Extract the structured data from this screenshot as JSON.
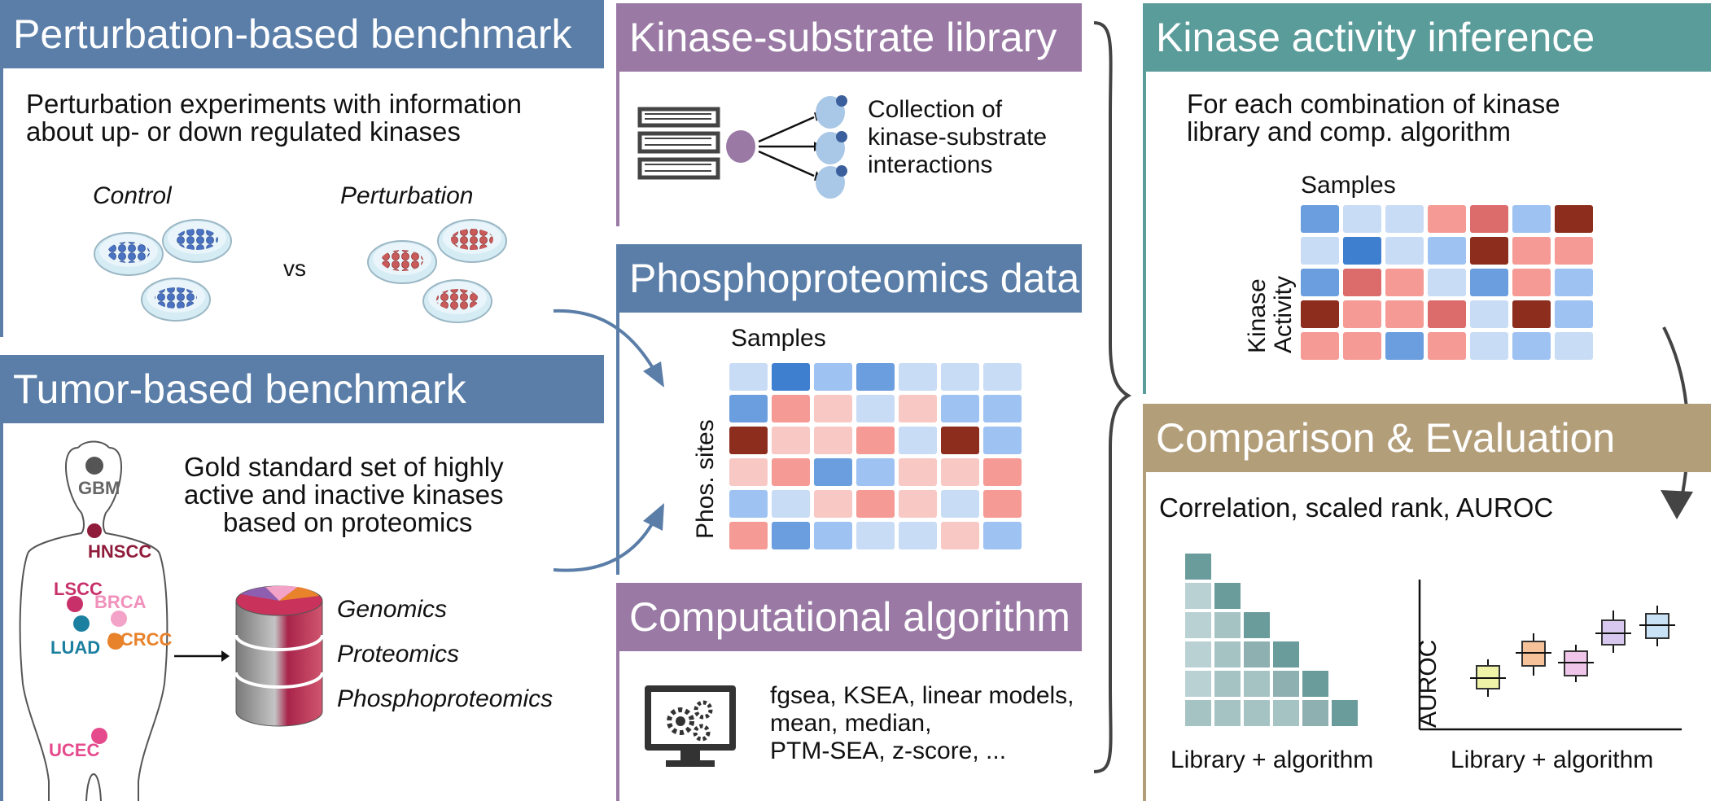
{
  "colors": {
    "blue_banner": "#5a7ea8",
    "purple_banner": "#9a7aa5",
    "teal_banner": "#5a9c9a",
    "tan_banner": "#b39e7a",
    "heat_scale": [
      "#8c2d1e",
      "#dc6b6b",
      "#f59a94",
      "#f8c8c4",
      "#ffffff",
      "#c9dcf5",
      "#9ec2f2",
      "#6b9ede",
      "#3f7fd0"
    ]
  },
  "perturbation": {
    "title": "Perturbation-based benchmark",
    "desc_line1": "Perturbation experiments with information",
    "desc_line2": "about up- or down regulated kinases",
    "control_label": "Control",
    "perturbation_label": "Perturbation",
    "vs_label": "vs"
  },
  "tumor": {
    "title": "Tumor-based benchmark",
    "desc_line1": "Gold standard set of highly",
    "desc_line2": "active and inactive kinases",
    "desc_line3": "based on proteomics",
    "cancers": [
      "GBM",
      "HNSCC",
      "LSCC",
      "BRCA",
      "LUAD",
      "CCRCC",
      "UCEC"
    ],
    "omics": [
      "Genomics",
      "Proteomics",
      "Phosphoproteomics"
    ]
  },
  "library": {
    "title": "Kinase-substrate library",
    "desc_line1": "Collection of",
    "desc_line2": "kinase-substrate",
    "desc_line3": "interactions"
  },
  "phospho": {
    "title": "Phosphoproteomics data",
    "samples_label": "Samples",
    "rows_label": "Phos. sites",
    "heatmap": [
      [
        5,
        8,
        6,
        7,
        5,
        5,
        5
      ],
      [
        7,
        2,
        3,
        5,
        3,
        6,
        6
      ],
      [
        0,
        3,
        3,
        2,
        5,
        0,
        6
      ],
      [
        3,
        2,
        7,
        6,
        3,
        3,
        2
      ],
      [
        6,
        5,
        3,
        2,
        3,
        5,
        2
      ],
      [
        2,
        7,
        6,
        5,
        5,
        3,
        6
      ]
    ]
  },
  "algorithm": {
    "title": "Computational algorithm",
    "desc_line1": "fgsea, KSEA, linear models,",
    "desc_line2": "mean, median,",
    "desc_line3": "PTM-SEA, z-score, ..."
  },
  "inference": {
    "title": "Kinase activity inference",
    "desc_line1": "For each combination of kinase",
    "desc_line2": "library and comp. algorithm",
    "samples_label": "Samples",
    "rows_label_line1": "Kinase",
    "rows_label_line2": "Activity",
    "heatmap": [
      [
        7,
        5,
        5,
        2,
        1,
        6,
        0
      ],
      [
        5,
        8,
        5,
        6,
        0,
        2,
        2
      ],
      [
        7,
        1,
        2,
        5,
        7,
        2,
        6
      ],
      [
        0,
        2,
        2,
        1,
        5,
        0,
        6
      ],
      [
        2,
        2,
        7,
        2,
        5,
        6,
        5
      ]
    ]
  },
  "evaluation": {
    "title": "Comparison & Evaluation",
    "desc": "Correlation, scaled rank, AUROC",
    "xlabel_left": "Library + algorithm",
    "xlabel_right": "Library + algorithm",
    "ylabel_right": "AUROC",
    "box_colors": [
      "#eef3a8",
      "#f6c29a",
      "#efc6ea",
      "#d8c8ef",
      "#c9e2f5"
    ]
  }
}
